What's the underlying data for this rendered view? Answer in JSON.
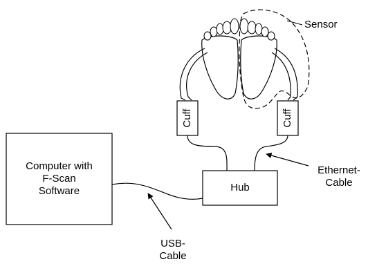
{
  "computer": {
    "label_line1": "Computer with",
    "label_line2": "F-Scan",
    "label_line3": "Software"
  },
  "hub": {
    "label": "Hub"
  },
  "cuff_left": {
    "label": "Cuff"
  },
  "cuff_right": {
    "label": "Cuff"
  },
  "sensor": {
    "label": "Sensor"
  },
  "ethernet": {
    "label_line1": "Ethernet-",
    "label_line2": "Cable"
  },
  "usb": {
    "label_line1": "USB-",
    "label_line2": "Cable"
  },
  "colors": {
    "stroke": "#000000",
    "foot_fill": "#ffffff",
    "background": "#ffffff"
  }
}
